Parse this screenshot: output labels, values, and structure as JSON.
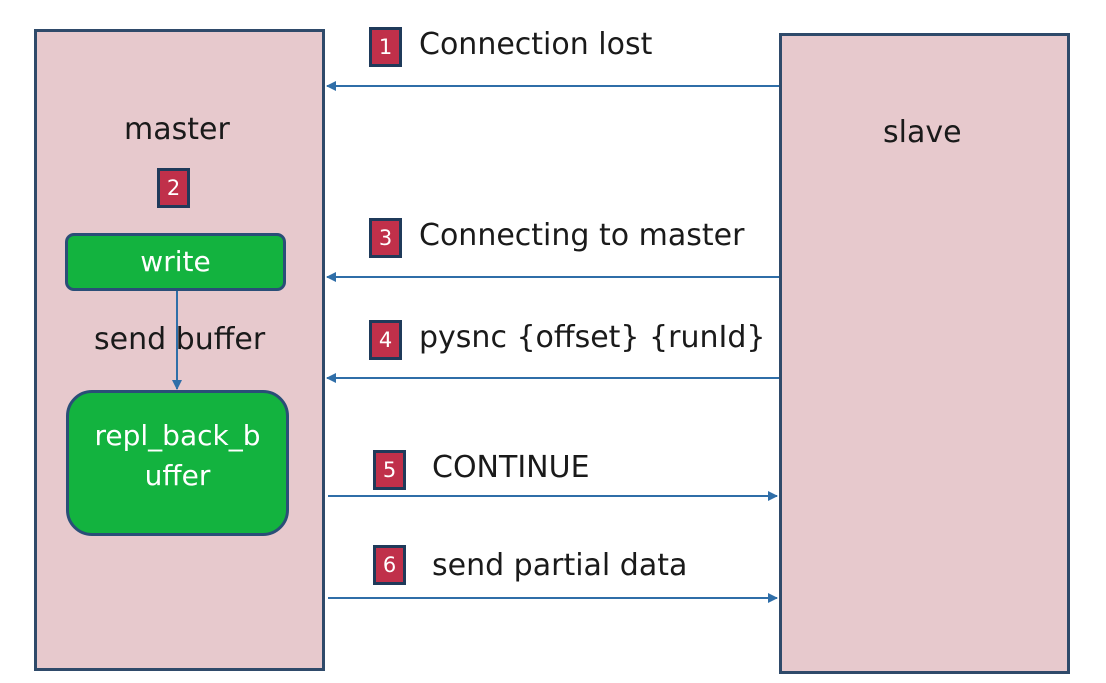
{
  "master": {
    "title": "master",
    "step_badge": "2",
    "write_label": "write",
    "send_buffer_label": "send buffer",
    "repl_label": "repl_back_buffer"
  },
  "slave": {
    "title": "slave"
  },
  "messages": [
    {
      "step": "1",
      "text": "Connection lost",
      "direction": "slave-to-master"
    },
    {
      "step": "3",
      "text": "Connecting to master",
      "direction": "slave-to-master"
    },
    {
      "step": "4",
      "text": "pysnc {offset} {runId}",
      "direction": "slave-to-master"
    },
    {
      "step": "5",
      "text": "CONTINUE",
      "direction": "master-to-slave"
    },
    {
      "step": "6",
      "text": "send partial data",
      "direction": "master-to-slave"
    }
  ],
  "colors": {
    "panel_fill": "#e7c9cd",
    "panel_border": "#2f4a6a",
    "badge_fill": "#c0304a",
    "green_box": "#13b33f",
    "arrow": "#2f6ea8"
  }
}
